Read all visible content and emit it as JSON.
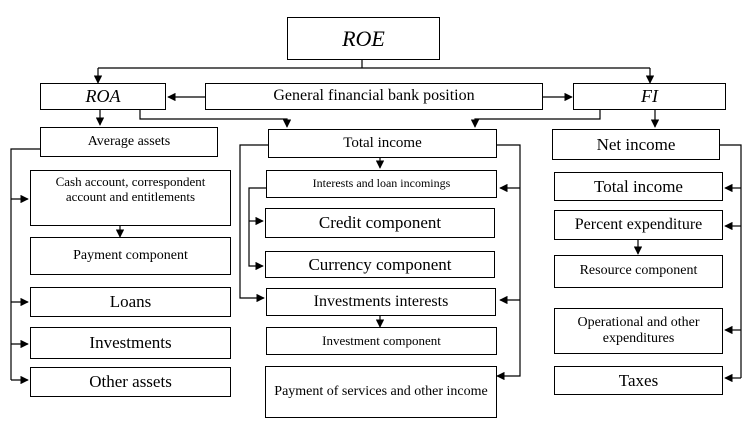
{
  "nodes": {
    "roe": "ROE",
    "roa": "ROA",
    "gen": "General financial bank position",
    "fi": "FI",
    "avg": "Average assets",
    "cash": "Cash account, correspondent account and entitlements",
    "pay": "Payment component",
    "loans": "Loans",
    "inv": "Investments",
    "other": "Other assets",
    "tot": "Total income",
    "ilinc": "Interests and loan incomings",
    "credit": "Credit component",
    "curr": "Currency component",
    "invint": "Investments interests",
    "invcomp": "Investment component",
    "paysvc": "Payment of services and other income",
    "net": "Net income",
    "tot2": "Total income",
    "pct": "Percent expenditure",
    "res": "Resource component",
    "oper": "Operational and other expenditures",
    "taxes": "Taxes"
  }
}
